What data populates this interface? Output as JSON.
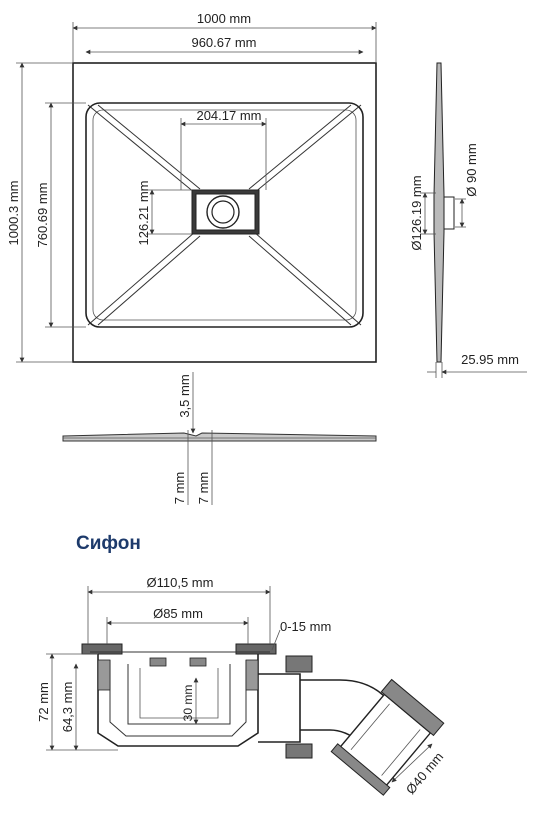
{
  "tray": {
    "width_outer": "1000 mm",
    "width_inner": "960.67 mm",
    "drain_width": "204.17 mm",
    "drain_height": "126.21 mm",
    "height_outer": "1000.3 mm",
    "height_inner": "760.69 mm",
    "side_drain_diameter": "Ø126.19 mm",
    "side_pipe_diameter": "Ø 90 mm",
    "side_thickness": "25.95 mm"
  },
  "profile": {
    "slope": "3,5 mm",
    "left_depth": "7 mm",
    "right_depth": "7 mm"
  },
  "siphon": {
    "title": "Сифон",
    "outer_diameter": "Ø110,5 mm",
    "inner_diameter": "Ø85 mm",
    "adjust_range": "0-15 mm",
    "total_height": "72 mm",
    "body_height": "64,3 mm",
    "water_seal": "30 mm",
    "outlet_diameter": "Ø40 mm"
  }
}
